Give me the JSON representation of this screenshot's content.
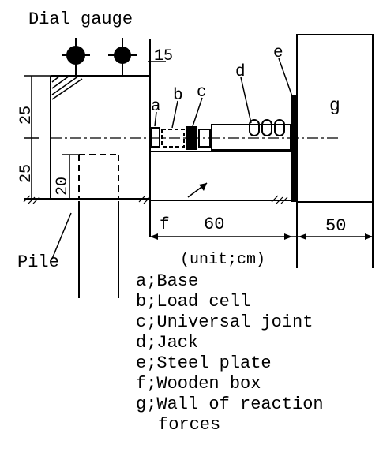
{
  "labels": {
    "dial_gauge": "Dial gauge",
    "dim_top": "15",
    "dim_left_upper": "25",
    "dim_left_lower": "25",
    "dim_pile_embed": "20",
    "dim_box_width": "60",
    "dim_wall_width": "50",
    "pile": "Pile",
    "unit_note": "(unit;cm)",
    "letter_a": "a",
    "letter_b": "b",
    "letter_c": "c",
    "letter_d": "d",
    "letter_e": "e",
    "letter_f": "f",
    "letter_g": "g"
  },
  "legend": [
    "a;Base",
    "b;Load cell",
    "c;Universal joint",
    "d;Jack",
    "e;Steel plate",
    "f;Wooden box",
    "g;Wall of reaction",
    "forces"
  ]
}
